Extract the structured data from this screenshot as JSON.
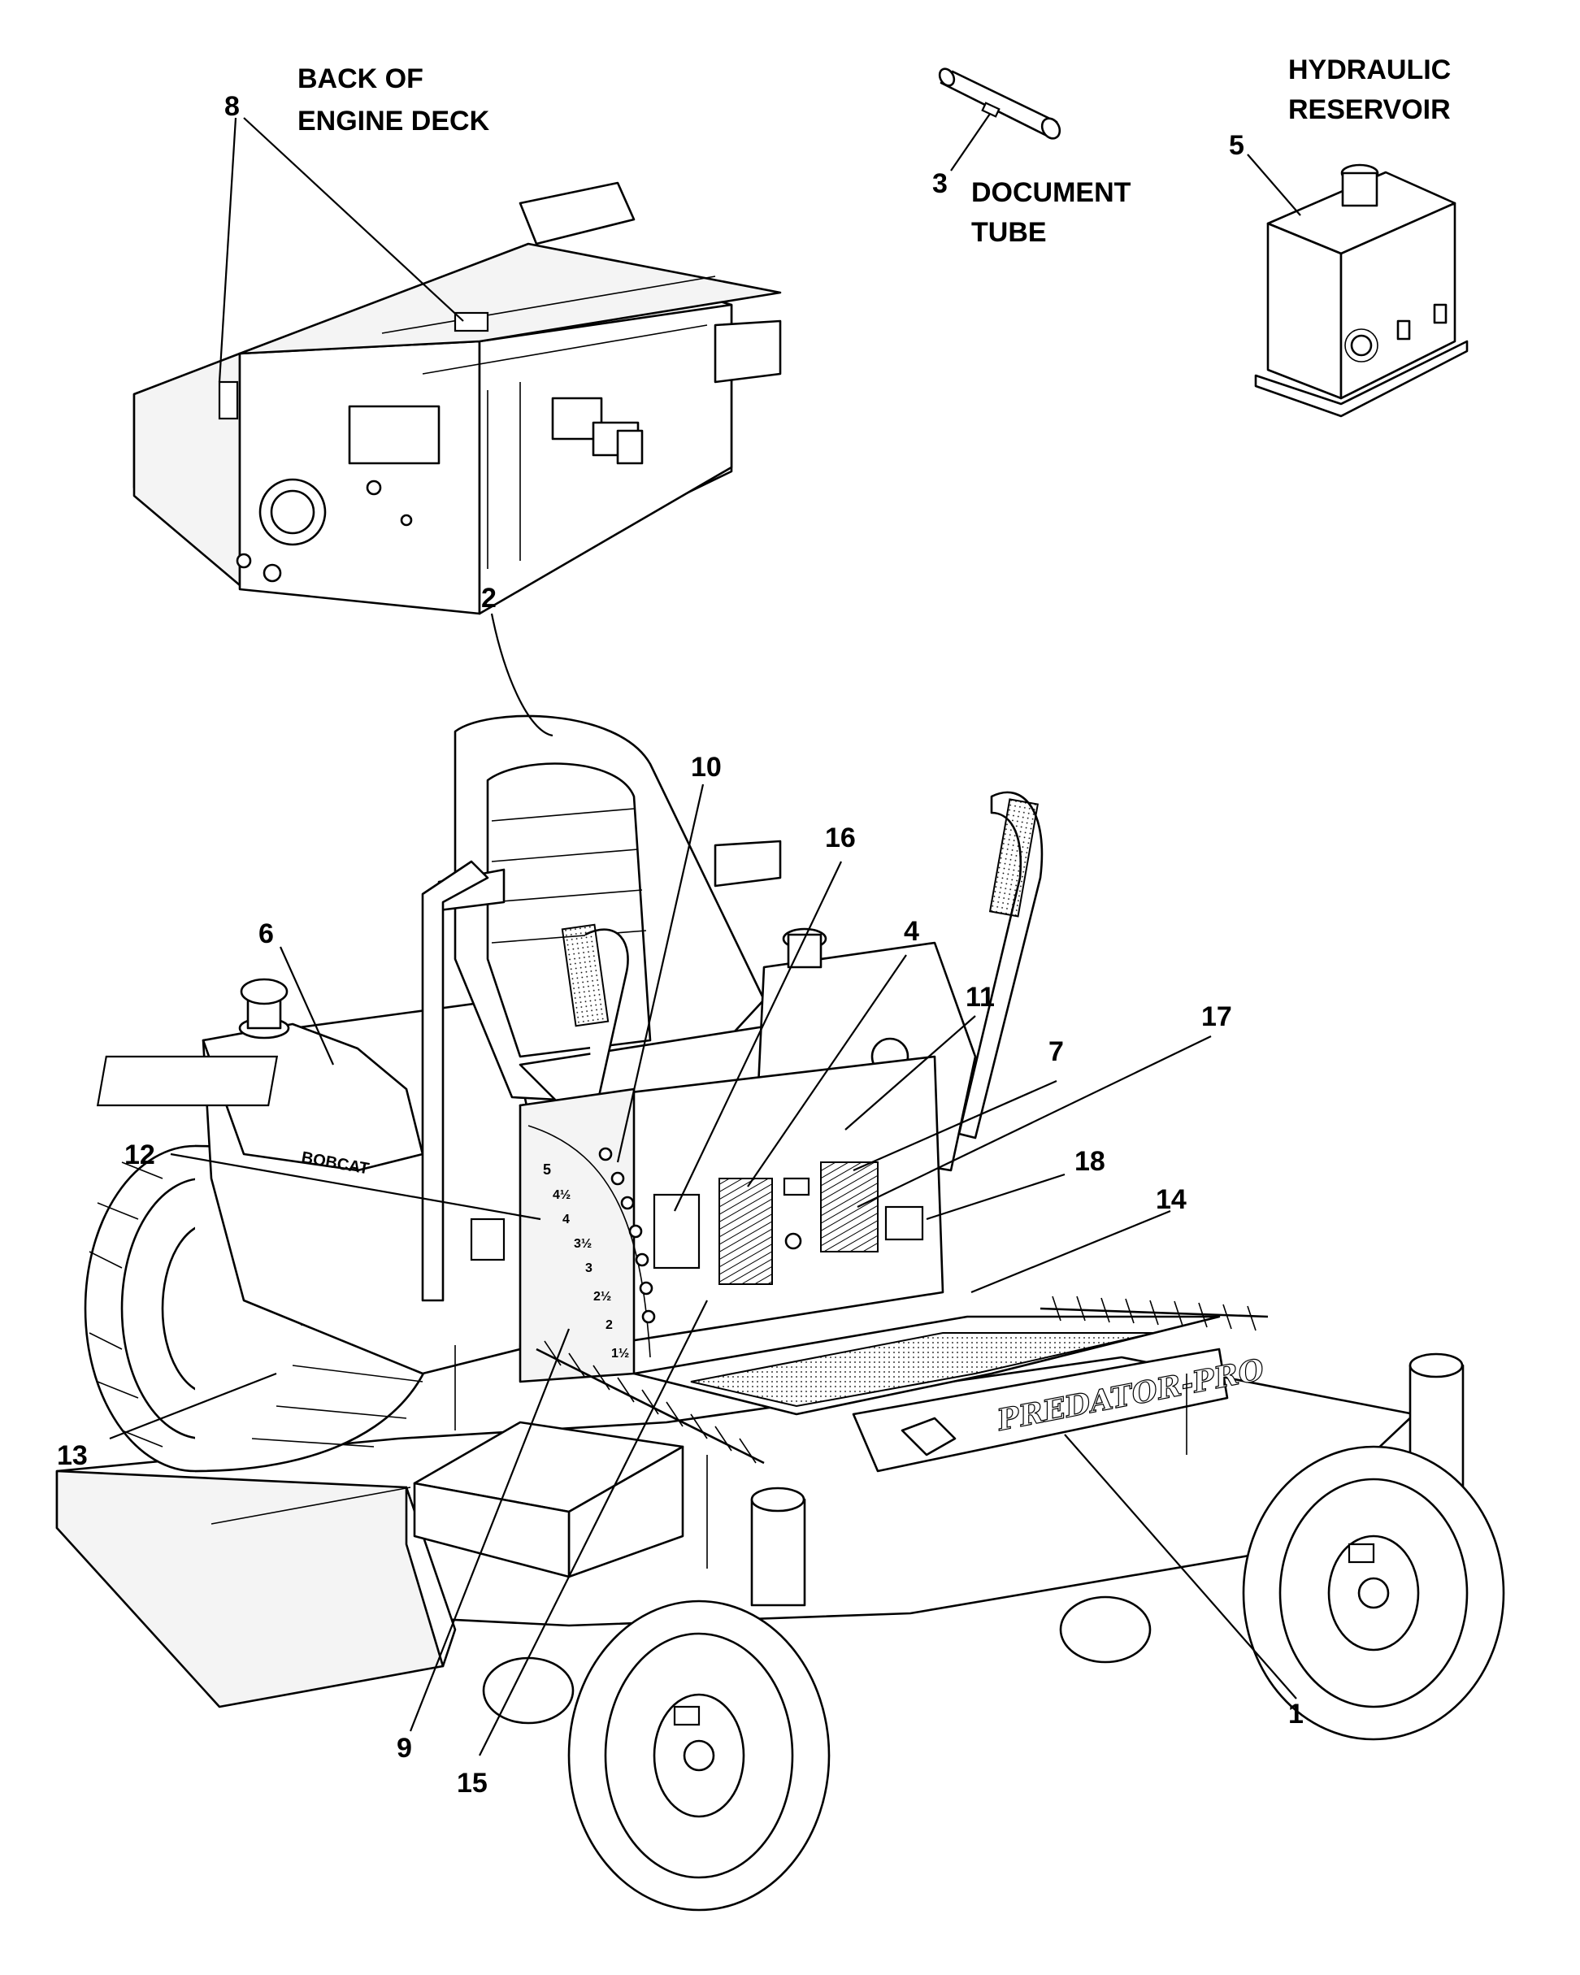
{
  "captions": {
    "engine_deck": [
      "BACK OF",
      "ENGINE DECK"
    ],
    "document_tube": [
      "DOCUMENT",
      "TUBE"
    ],
    "hydraulic_reservoir": [
      "HYDRAULIC",
      "RESERVOIR"
    ]
  },
  "callouts": [
    "1",
    "2",
    "3",
    "4",
    "5",
    "6",
    "7",
    "8",
    "9",
    "10",
    "11",
    "12",
    "13",
    "14",
    "15",
    "16",
    "17",
    "18"
  ],
  "machine_text": {
    "brand_deck": "PREDATOR-PRO",
    "brand_tank": "BOBCAT",
    "gauge_marks": [
      "5",
      "4½",
      "4",
      "3½",
      "3",
      "2½",
      "2",
      "1½"
    ]
  }
}
